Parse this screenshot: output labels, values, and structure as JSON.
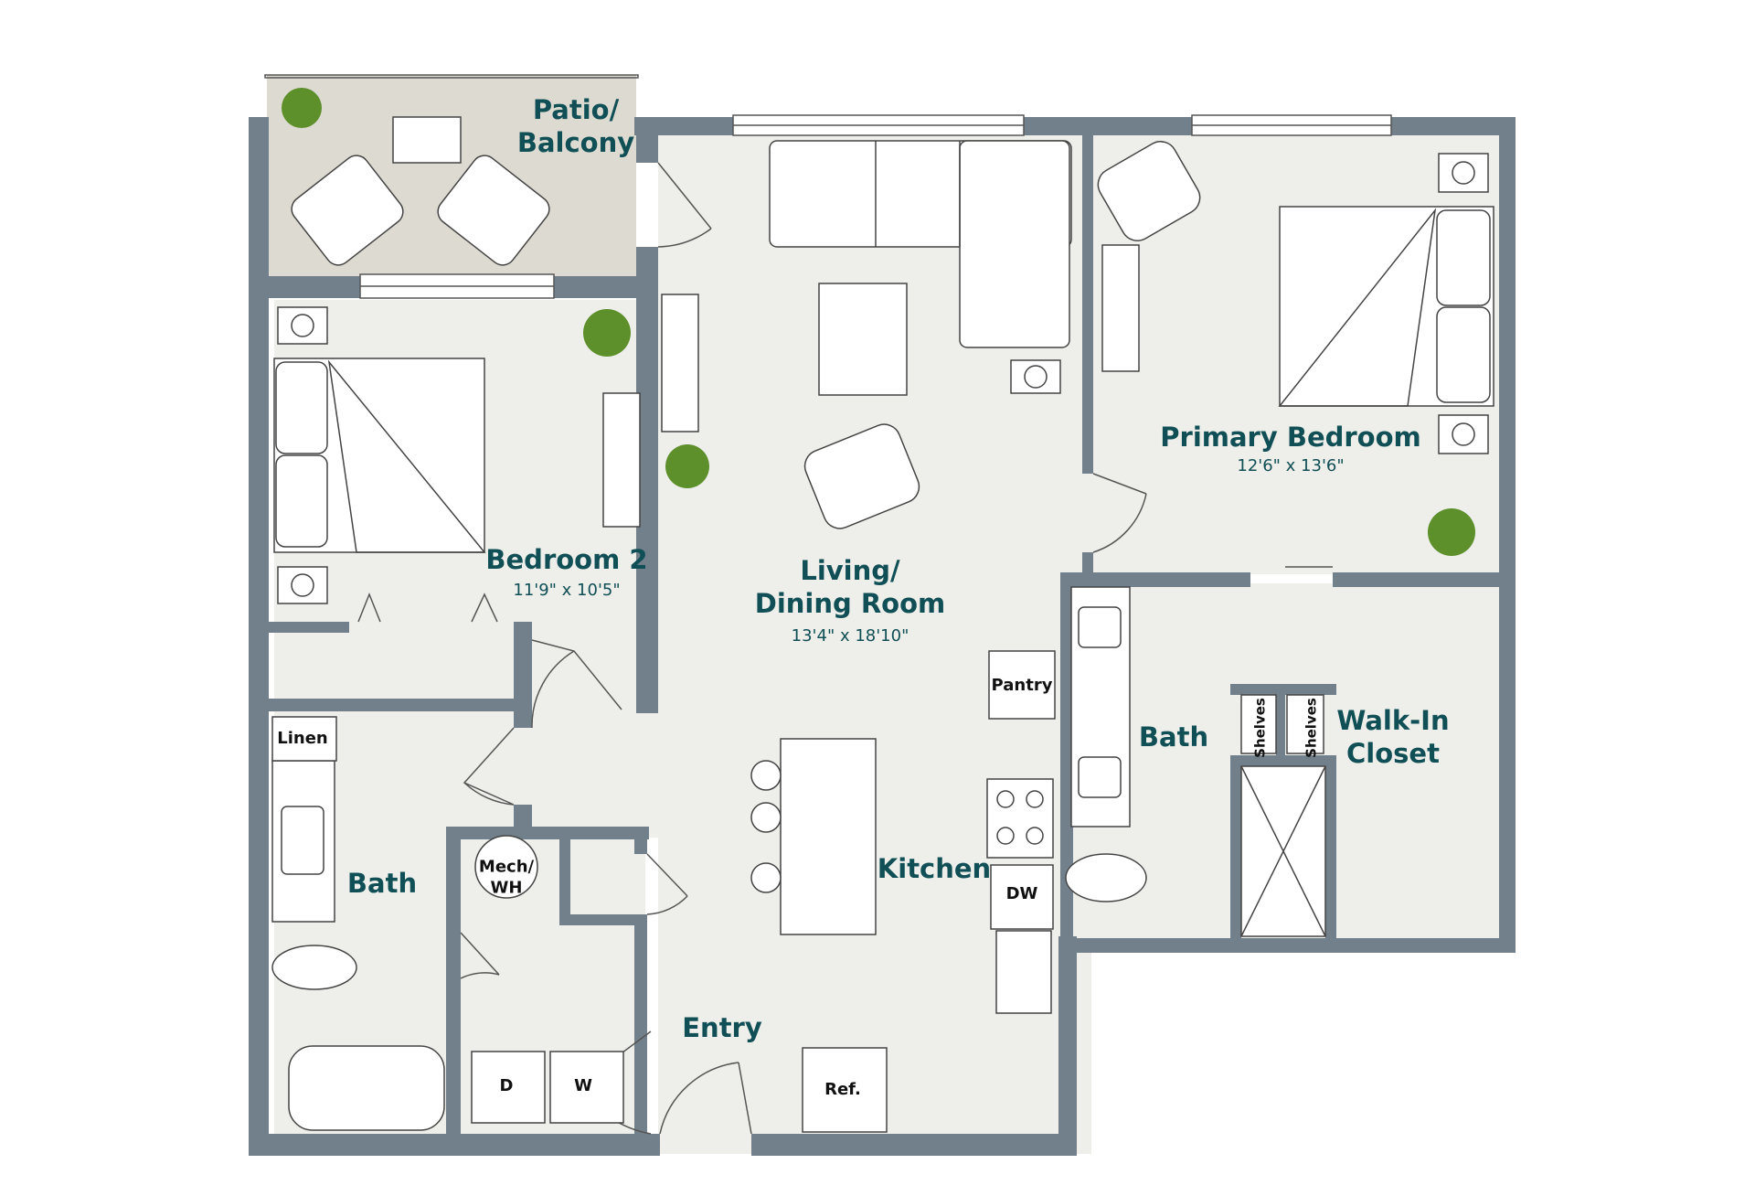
{
  "colors": {
    "wall": "#72808c",
    "floor": "#eeeeea",
    "patio": "#dddbd1",
    "label": "#0f4f55",
    "plant": "#5d8f2b"
  },
  "rooms": {
    "patio": {
      "name": "Patio/\nBalcony"
    },
    "bedroom2": {
      "name": "Bedroom 2",
      "dims": "11'9\" x 10'5\""
    },
    "living": {
      "name": "Living/\nDining Room",
      "dims": "13'4\" x 18'10\""
    },
    "primary": {
      "name": "Primary Bedroom",
      "dims": "12'6\" x 13'6\""
    },
    "bath_left": {
      "name": "Bath"
    },
    "bath_right": {
      "name": "Bath"
    },
    "closet": {
      "name": "Walk-In\nCloset"
    },
    "kitchen": {
      "name": "Kitchen"
    },
    "entry": {
      "name": "Entry"
    }
  },
  "fixtures": {
    "pantry": "Pantry",
    "linen": "Linen",
    "mech": "Mech/\nWH",
    "dw": "DW",
    "ref": "Ref.",
    "dryer": "D",
    "washer": "W",
    "shelves": "Shelves"
  }
}
